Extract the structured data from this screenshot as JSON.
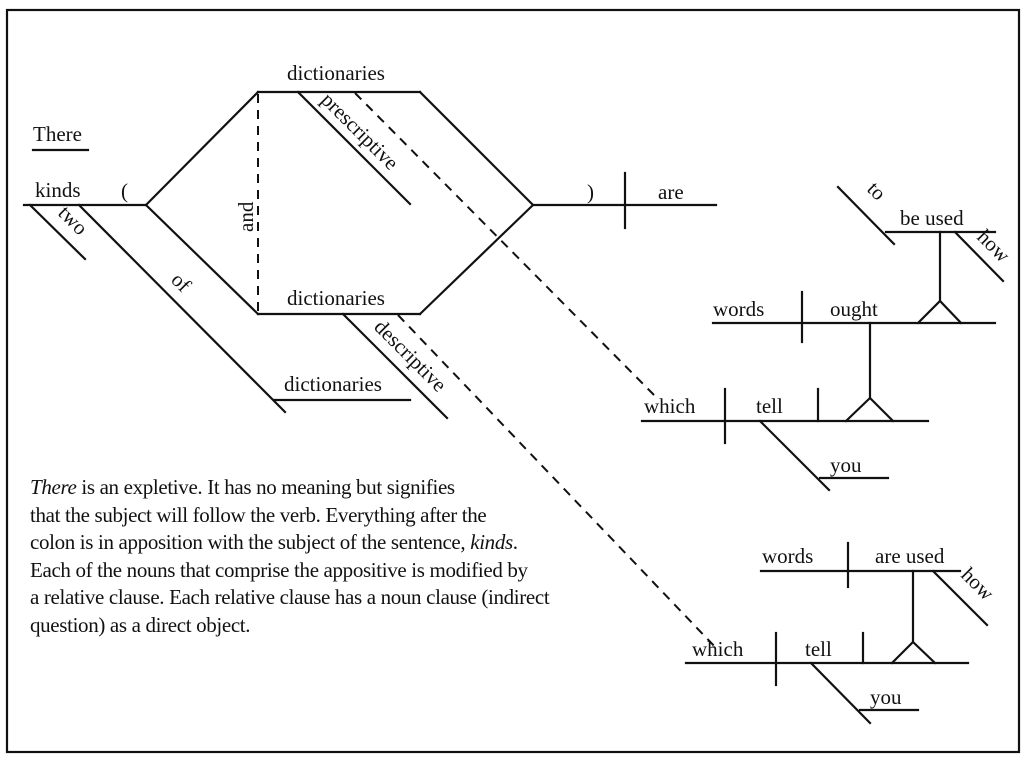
{
  "diagram": {
    "words": {
      "there": "There",
      "kinds": "kinds",
      "two": "two",
      "of": "of",
      "of_object": "dictionaries",
      "open_paren": "(",
      "close_paren": ")",
      "conjunction": "and",
      "appositive_top": "dictionaries",
      "appositive_top_modifier": "prescriptive",
      "appositive_bottom": "dictionaries",
      "appositive_bottom_modifier": "descriptive",
      "verb": "are"
    },
    "clause_prescriptive": {
      "subject": "which",
      "verb": "tell",
      "indirect_object": "you",
      "noun_clause": {
        "subject": "words",
        "verb": "ought",
        "infinitive_marker": "to",
        "infinitive": "be used",
        "adverb": "how"
      }
    },
    "clause_descriptive": {
      "subject": "which",
      "verb": "tell",
      "indirect_object": "you",
      "noun_clause": {
        "subject": "words",
        "verb": "are used",
        "adverb": "how"
      }
    }
  },
  "note": {
    "lines": [
      {
        "italic_lead": "There",
        "text": " is an expletive. It has no meaning but signifies"
      },
      {
        "text": "that the subject will follow the verb. Everything after the"
      },
      {
        "text": "colon is in apposition with the subject of the sentence, ",
        "italic_tail": "kinds",
        "tail_after": "."
      },
      {
        "text": "Each of the nouns that comprise the appositive is modified by"
      },
      {
        "text": "a relative clause. Each relative clause has a noun clause (indirect"
      },
      {
        "text": "question) as a direct object."
      }
    ]
  }
}
